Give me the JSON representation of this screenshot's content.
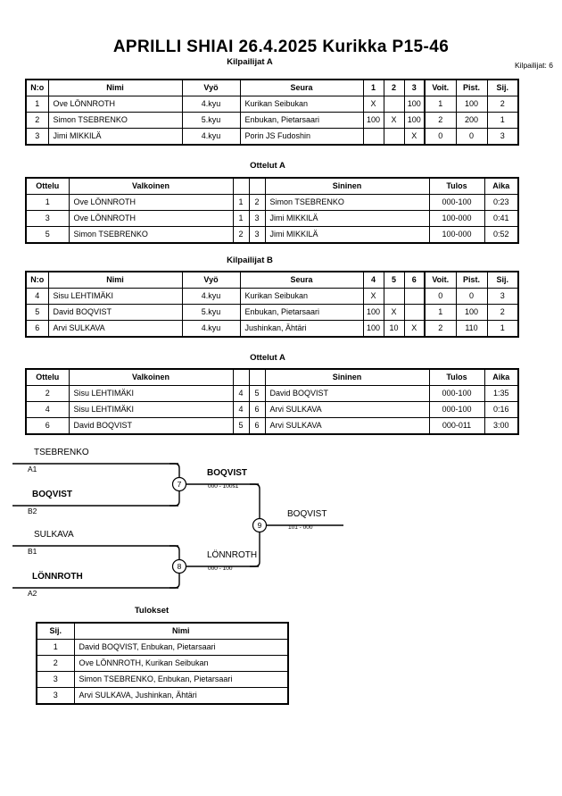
{
  "header": {
    "title": "APRILLI SHIAI  26.4.2025  Kurikka   P15-46",
    "entrants": "Kilpailijat: 6"
  },
  "pool_a": {
    "caption": "Kilpailijat A",
    "columns": [
      "N:o",
      "Nimi",
      "Vyö",
      "Seura",
      "1",
      "2",
      "3",
      "Voit.",
      "Pist.",
      "Sij."
    ],
    "rows": [
      {
        "no": "1",
        "name": "Ove LÖNNROTH",
        "belt": "4.kyu",
        "club": "Kurikan Seibukan",
        "m1": "X",
        "m2": "",
        "m3": "100",
        "wins": "1",
        "points": "100",
        "rank": "2"
      },
      {
        "no": "2",
        "name": "Simon TSEBRENKO",
        "belt": "5.kyu",
        "club": "Enbukan, Pietarsaari",
        "m1": "100",
        "m2": "X",
        "m3": "100",
        "wins": "2",
        "points": "200",
        "rank": "1"
      },
      {
        "no": "3",
        "name": "Jimi MIKKILÄ",
        "belt": "4.kyu",
        "club": "Porin JS Fudoshin",
        "m1": "",
        "m2": "",
        "m3": "X",
        "wins": "0",
        "points": "0",
        "rank": "3"
      }
    ]
  },
  "matches_a": {
    "caption": "Ottelut A",
    "columns": [
      "Ottelu",
      "Valkoinen",
      "",
      "",
      "Sininen",
      "Tulos",
      "Aika"
    ],
    "rows": [
      {
        "no": "1",
        "white": "Ove LÖNNROTH",
        "white_bold": false,
        "wn": "1",
        "bn": "2",
        "blue": "Simon TSEBRENKO",
        "blue_bold": true,
        "result": "000-100",
        "time": "0:23"
      },
      {
        "no": "3",
        "white": "Ove LÖNNROTH",
        "white_bold": true,
        "wn": "1",
        "bn": "3",
        "blue": "Jimi MIKKILÄ",
        "blue_bold": false,
        "result": "100-000",
        "time": "0:41"
      },
      {
        "no": "5",
        "white": "Simon TSEBRENKO",
        "white_bold": true,
        "wn": "2",
        "bn": "3",
        "blue": "Jimi MIKKILÄ",
        "blue_bold": false,
        "result": "100-000",
        "time": "0:52"
      }
    ]
  },
  "pool_b": {
    "caption": "Kilpailijat B",
    "columns": [
      "N:o",
      "Nimi",
      "Vyö",
      "Seura",
      "4",
      "5",
      "6",
      "Voit.",
      "Pist.",
      "Sij."
    ],
    "rows": [
      {
        "no": "4",
        "name": "Sisu LEHTIMÄKI",
        "belt": "4.kyu",
        "club": "Kurikan Seibukan",
        "m1": "X",
        "m2": "",
        "m3": "",
        "wins": "0",
        "points": "0",
        "rank": "3"
      },
      {
        "no": "5",
        "name": "David BOQVIST",
        "belt": "5.kyu",
        "club": "Enbukan, Pietarsaari",
        "m1": "100",
        "m2": "X",
        "m3": "",
        "wins": "1",
        "points": "100",
        "rank": "2"
      },
      {
        "no": "6",
        "name": "Arvi SULKAVA",
        "belt": "4.kyu",
        "club": "Jushinkan, Ähtäri",
        "m1": "100",
        "m2": "10",
        "m3": "X",
        "wins": "2",
        "points": "110",
        "rank": "1"
      }
    ]
  },
  "matches_b": {
    "caption": "Ottelut A",
    "columns": [
      "Ottelu",
      "Valkoinen",
      "",
      "",
      "Sininen",
      "Tulos",
      "Aika"
    ],
    "rows": [
      {
        "no": "2",
        "white": "Sisu LEHTIMÄKI",
        "white_bold": false,
        "wn": "4",
        "bn": "5",
        "blue": "David BOQVIST",
        "blue_bold": true,
        "result": "000-100",
        "time": "1:35"
      },
      {
        "no": "4",
        "white": "Sisu LEHTIMÄKI",
        "white_bold": false,
        "wn": "4",
        "bn": "6",
        "blue": "Arvi SULKAVA",
        "blue_bold": true,
        "result": "000-100",
        "time": "0:16"
      },
      {
        "no": "6",
        "white": "David BOQVIST",
        "white_bold": false,
        "wn": "5",
        "bn": "6",
        "blue": "Arvi SULKAVA",
        "blue_bold": true,
        "result": "000-011",
        "time": "3:00"
      }
    ]
  },
  "bracket": {
    "semi1": {
      "top_name": "TSEBRENKO",
      "top_seed": "A1",
      "top_bold": false,
      "bottom_name": "BOQVIST",
      "bottom_seed": "B2",
      "bottom_bold": true,
      "match_no": "7",
      "winner": "BOQVIST",
      "score": "000 - 100s1"
    },
    "semi2": {
      "top_name": "SULKAVA",
      "top_seed": "B1",
      "top_bold": false,
      "bottom_name": "LÖNNROTH",
      "bottom_seed": "A2",
      "bottom_bold": true,
      "match_no": "8",
      "winner": "LÖNNROTH",
      "score": "000 - 100"
    },
    "final": {
      "match_no": "9",
      "winner": "BOQVIST",
      "score": "101 - 000"
    }
  },
  "results": {
    "caption": "Tulokset",
    "columns": [
      "Sij.",
      "Nimi"
    ],
    "rows": [
      {
        "rank": "1",
        "name": "David BOQVIST, Enbukan, Pietarsaari"
      },
      {
        "rank": "2",
        "name": "Ove LÖNNROTH, Kurikan Seibukan"
      },
      {
        "rank": "3",
        "name": "Simon TSEBRENKO, Enbukan, Pietarsaari"
      },
      {
        "rank": "3",
        "name": "Arvi SULKAVA, Jushinkan, Ähtäri"
      }
    ]
  }
}
